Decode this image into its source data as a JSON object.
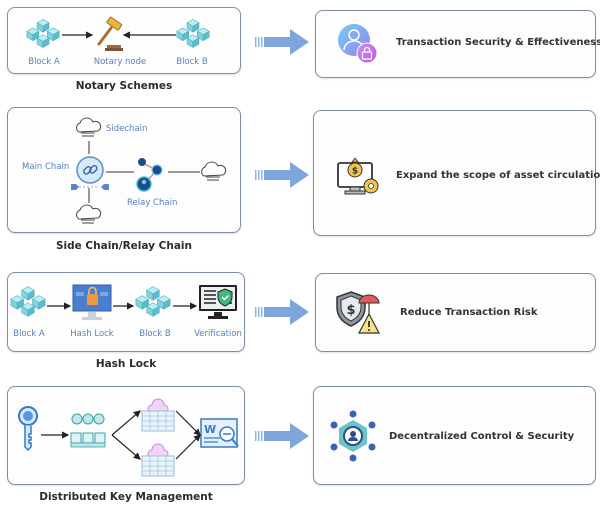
{
  "rows": [
    {
      "mechanism": {
        "caption": "Notary Schemes",
        "nodes": [
          "Block A",
          "Notary node",
          "Block B"
        ]
      },
      "outcome": {
        "text": "Transaction Security & Effectiveness",
        "icon": "user-lock-icon"
      }
    },
    {
      "mechanism": {
        "caption": "Side Chain/Relay Chain",
        "nodes": [
          "Sidechain",
          "Main Chain",
          "Relay Chain"
        ]
      },
      "outcome": {
        "text": "Expand the scope of asset circulation",
        "icon": "money-bag-monitor-icon"
      }
    },
    {
      "mechanism": {
        "caption": "Hash Lock",
        "nodes": [
          "Block A",
          "Hash Lock",
          "Block B",
          "Verification"
        ]
      },
      "outcome": {
        "text": "Reduce Transaction Risk",
        "icon": "shield-umbrella-warning-icon"
      }
    },
    {
      "mechanism": {
        "caption": "Distributed Key Management",
        "nodes": []
      },
      "outcome": {
        "text": "Decentralized Control & Security",
        "icon": "network-hub-icon"
      }
    }
  ],
  "colors": {
    "box_border": "#7f8fa6",
    "label_blue": "#5a7fb8",
    "arrow_blue": "#7fa6dc",
    "cube_teal": "#7fd3de",
    "text_dark": "#333333"
  }
}
